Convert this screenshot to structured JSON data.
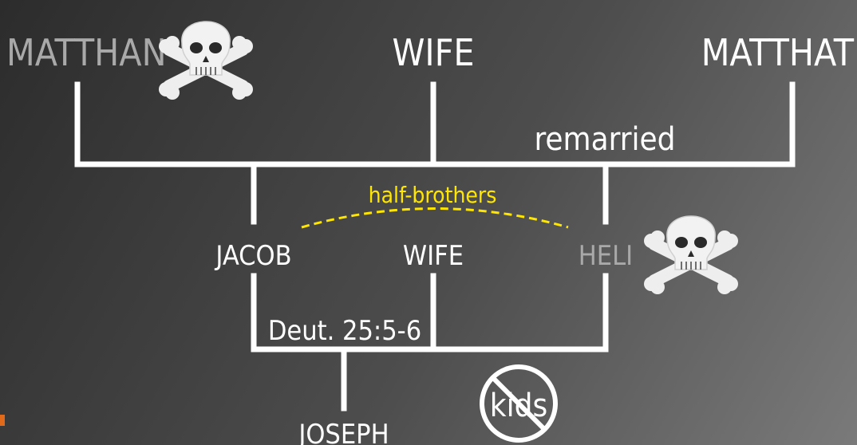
{
  "people": {
    "matthan": "MATTHAN",
    "wife_top": "WIFE",
    "matthat": "MATTHAT",
    "jacob": "JACOB",
    "wife_mid": "WIFE",
    "heli": "HELI",
    "joseph": "JOSEPH"
  },
  "annotations": {
    "remarried": "remarried",
    "half_brothers": "half-brothers",
    "deut": "Deut. 25:5-6",
    "kids": "kids"
  },
  "icons": [
    "skull-crossbones-icon",
    "no-kids-icon"
  ],
  "colors": {
    "background_dark": "#2c2c2c",
    "background_light": "#7a7a7a",
    "line": "#ffffff",
    "deceased_text": "#a9a9a9",
    "highlight": "#ffe600",
    "accent": "#e06a1a"
  }
}
